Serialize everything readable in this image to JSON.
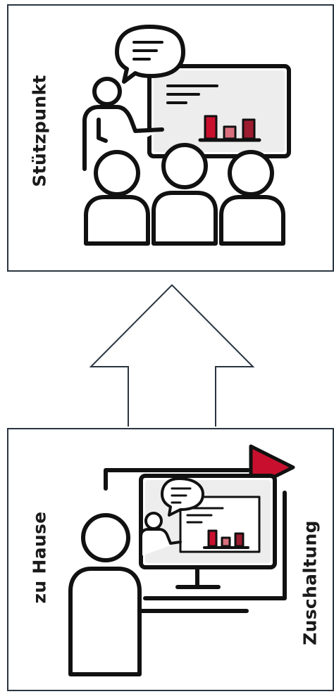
{
  "top_panel": {
    "label": "Stützpunkt",
    "icon": "presentation-classroom-icon"
  },
  "bottom_panel": {
    "label_left": "zu Hause",
    "label_right": "Zuschaltung",
    "icon": "remote-video-presentation-icon"
  },
  "arrow": {
    "direction": "up",
    "icon": "arrow-up-outline-icon"
  },
  "colors": {
    "border": "#2a3540",
    "stroke": "#111111",
    "accent": "#c8102e",
    "accent_light": "#d9707e",
    "screen_fill": "#ededed"
  }
}
